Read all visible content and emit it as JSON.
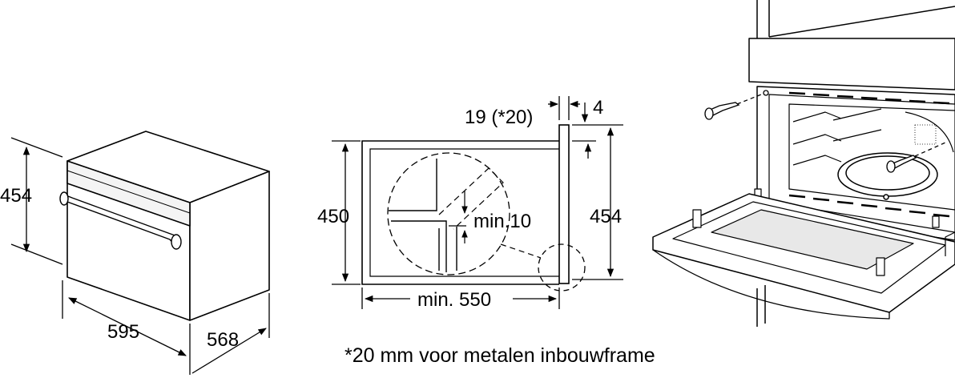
{
  "oven_view": {
    "height": "454",
    "width": "595",
    "depth": "568"
  },
  "niche_section": {
    "panel_thickness": "19 (*20)",
    "gap": "4",
    "niche_height": "450",
    "unit_height": "454",
    "min_clearance": "min.10",
    "min_depth": "min. 550"
  },
  "footnote": "*20 mm voor metalen inbouwframe"
}
